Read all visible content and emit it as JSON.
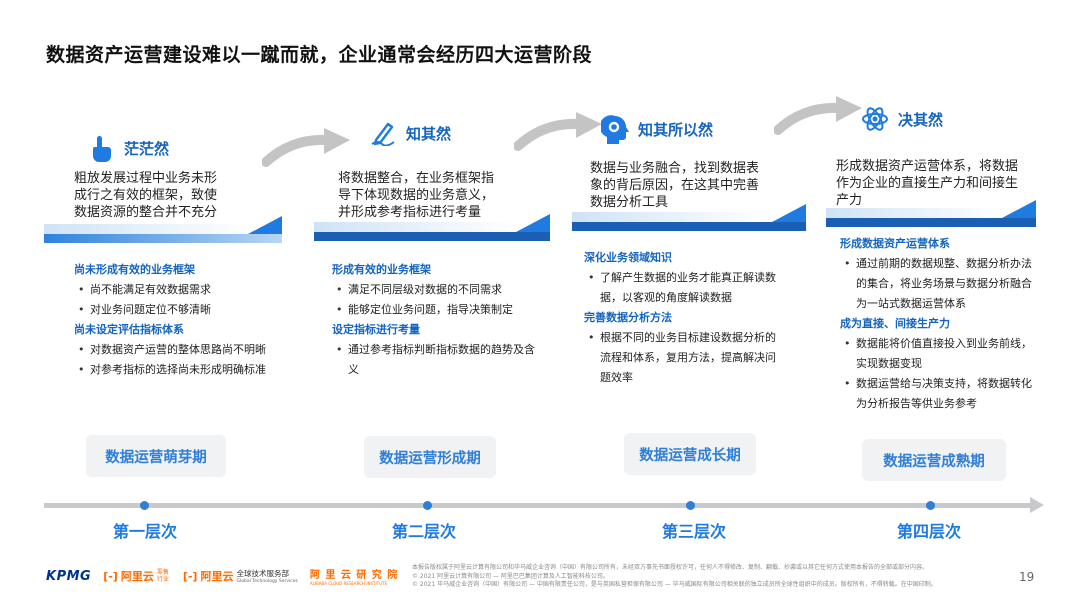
{
  "title": "数据资产运营建设难以一蹴而就，企业通常会经历四大运营阶段",
  "accent": "#1f7be0",
  "stages": [
    {
      "name": "茫茫然",
      "icon": "hand-pointer-icon",
      "desc": [
        "粗放发展过程中业务未形",
        "成行之有效的框架，致使",
        "数据资源的整合并不充分"
      ],
      "sections": [
        {
          "title": "尚未形成有效的业务框架",
          "items": [
            "尚不能满足有效数据需求",
            "对业务问题定位不够清晰"
          ]
        },
        {
          "title": "尚未设定评估指标体系",
          "items": [
            "对数据资产运营的整体思路尚不明晰",
            "对参考指标的选择尚未形成明确标准"
          ]
        }
      ],
      "phase": "数据运营萌芽期",
      "level": "第一层次"
    },
    {
      "name": "知其然",
      "icon": "pen-writing-icon",
      "desc": [
        "将数据整合，在业务框架指",
        "导下体现数据的业务意义，",
        "并形成参考指标进行考量"
      ],
      "sections": [
        {
          "title": "形成有效的业务框架",
          "items": [
            "满足不同层级对数据的不同需求",
            "能够定位业务问题，指导决策制定"
          ]
        },
        {
          "title": "设定指标进行考量",
          "items": [
            "通过参考指标判断指标数据的趋势及含义"
          ]
        }
      ],
      "phase": "数据运营形成期",
      "level": "第二层次"
    },
    {
      "name": "知其所以然",
      "icon": "head-gear-icon",
      "desc": [
        "数据与业务融合，找到数据表",
        "象的背后原因，在这其中完善",
        "数据分析工具"
      ],
      "sections": [
        {
          "title": "深化业务领域知识",
          "items": [
            "了解产生数据的业务才能真正解读数据，以客观的角度解读数据"
          ]
        },
        {
          "title": "完善数据分析方法",
          "items": [
            "根据不同的业务目标建设数据分析的流程和体系，复用方法，提高解决问题效率"
          ]
        }
      ],
      "phase": "数据运营成长期",
      "level": "第三层次"
    },
    {
      "name": "决其然",
      "icon": "atom-icon",
      "desc": [
        "形成数据资产运营体系，将数据",
        "作为企业的直接生产力和间接生",
        "产力"
      ],
      "sections": [
        {
          "title": "形成数据资产运营体系",
          "items": [
            "通过前期的数据规整、数据分析办法的集合，将业务场景与数据分析融合为一站式数据运营体系"
          ]
        },
        {
          "title": "成为直接、间接生产力",
          "items": [
            "数据能将价值直接投入到业务前线，实现数据变现",
            "数据运营给与决策支持，将数据转化为分析报告等供业务参考"
          ]
        }
      ],
      "phase": "数据运营成熟期",
      "level": "第四层次"
    }
  ],
  "footer": {
    "logo_kpmg": "KPMG",
    "logo_ali_service": "阿里云",
    "logo_ali_service_tag": "零售 行业",
    "logo_ali_global": "阿里云",
    "logo_ali_global_cn": "全球技术服务部",
    "logo_ali_global_en": "Global Technology Services",
    "logo_ali_research": "阿 里 云 研 究 院",
    "logo_ali_research_en": "ALIBABA CLOUD RESEARCH INSTITUTE",
    "legal": [
      "本报告版权属于阿里云计算有限公司和毕马威企业咨询（中国）有限公司所有，未经双方事先书面授权许可，任何人不得修改、复制、翻载、抄袭或以其它任何方式使用本报告的全部或部分内容。",
      "© 2021 阿里云计算有限公司 — 阿里巴巴集团计算及人工智能科技公司。",
      "© 2021 毕马威企业咨询（中国）有限公司 — 中国有限责任公司，是与英国私营担保有限公司 — 毕马威国际有限公司相关联的独立成员所全球性组织中的成员。版权所有，不得转载。在中国印制。"
    ],
    "page": "19"
  }
}
